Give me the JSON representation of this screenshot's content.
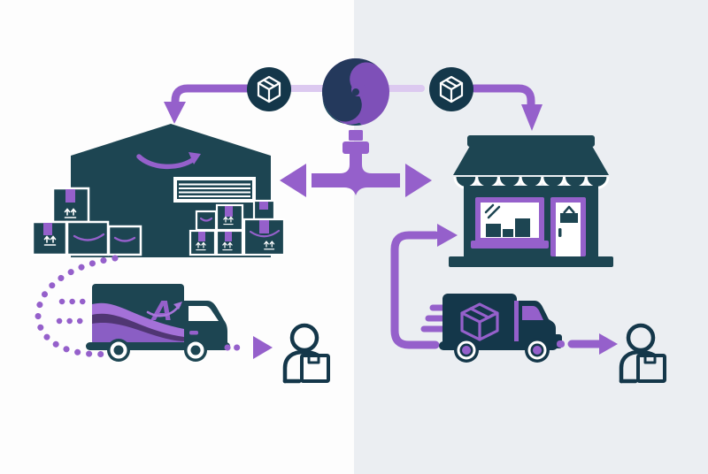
{
  "illustration": {
    "title": "fulfillment-split-flow",
    "truck_logo_letter": "A",
    "icons": [
      "swirl-logo",
      "package-cube-icon-left",
      "package-cube-icon-right",
      "split-pipe-connector",
      "split-arrow-left",
      "split-arrow-right",
      "arrow-to-warehouse",
      "arrow-to-storefront",
      "warehouse-icon",
      "amazon-smile-icon",
      "garage-door-icon",
      "shipping-box-icon",
      "this-side-up-icon",
      "dotted-route-icon",
      "amazon-delivery-truck-icon",
      "customer-with-package-icon-left",
      "customer-with-package-icon-right",
      "storefront-icon",
      "awning-icon",
      "store-window-icon",
      "store-door-icon",
      "merchant-route-arrow-icon",
      "merchant-delivery-truck-icon",
      "speed-lines-icon",
      "delivery-arrow-icon"
    ]
  },
  "palette": {
    "bg_left": "#fdfdfd",
    "bg_right": "#ebeef2",
    "ink": "#1d4552",
    "ink_deep": "#14374a",
    "purple": "#9560cb",
    "purple_deep": "#7e50b8",
    "purple_light": "#a875da",
    "lavender": "#dcc9f0",
    "swirl_dark": "#24395c",
    "swirl_teal": "#1d4a5e",
    "wave_light": "#a471d8",
    "wave_dark": "#503673",
    "wave_mid": "#8a5ec4",
    "white": "#ffffff"
  }
}
